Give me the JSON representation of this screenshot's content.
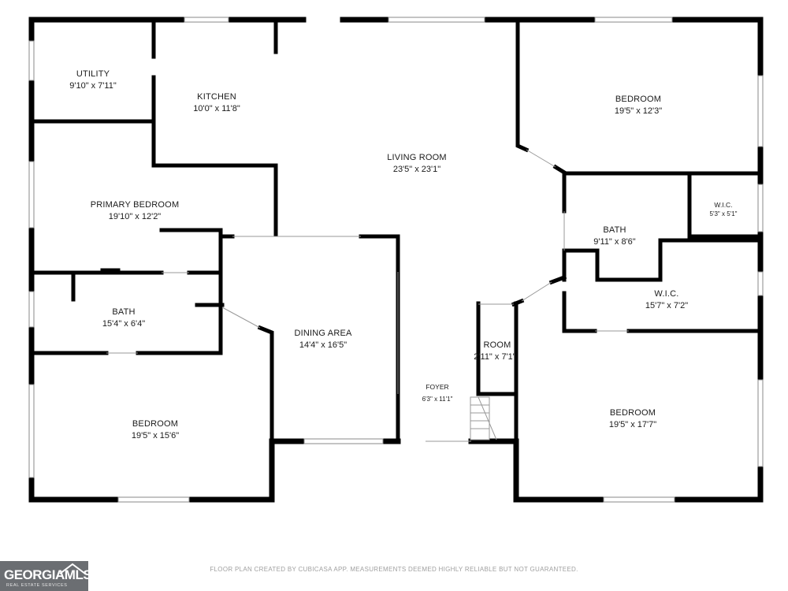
{
  "rooms": {
    "utility": {
      "name": "UTILITY",
      "dim": "9'10\" x 7'11\""
    },
    "kitchen": {
      "name": "KITCHEN",
      "dim": "10'0\" x 11'8\""
    },
    "living": {
      "name": "LIVING ROOM",
      "dim": "23'5\" x 23'1\""
    },
    "bedroom_ne": {
      "name": "BEDROOM",
      "dim": "19'5\" x 12'3\""
    },
    "primary": {
      "name": "PRIMARY BEDROOM",
      "dim": "19'10\" x 12'2\""
    },
    "bath_e": {
      "name": "BATH",
      "dim": "9'11\" x 8'6\""
    },
    "wic_small": {
      "name": "W.I.C.",
      "dim": "5'3\" x 5'1\""
    },
    "bath_w": {
      "name": "BATH",
      "dim": "15'4\" x 6'4\""
    },
    "dining": {
      "name": "DINING AREA",
      "dim": "14'4\" x 16'5\""
    },
    "wic_large": {
      "name": "W.I.C.",
      "dim": "15'7\" x 7'2\""
    },
    "room": {
      "name": "ROOM",
      "dim": "2'11\" x 7'1\""
    },
    "foyer": {
      "name": "FOYER",
      "dim": "6'3\" x 11'1\""
    },
    "bedroom_sw": {
      "name": "BEDROOM",
      "dim": "19'5\" x 15'6\""
    },
    "bedroom_se": {
      "name": "BEDROOM",
      "dim": "19'5\" x 17'7\""
    }
  },
  "footer": {
    "disclaimer": "FLOOR PLAN CREATED BY CUBICASA APP. MEASUREMENTS DEEMED HIGHLY RELIABLE BUT NOT GUARANTEED."
  },
  "logo": {
    "main": "GEORGIAMLS",
    "sub": "REAL ESTATE SERVICES"
  }
}
